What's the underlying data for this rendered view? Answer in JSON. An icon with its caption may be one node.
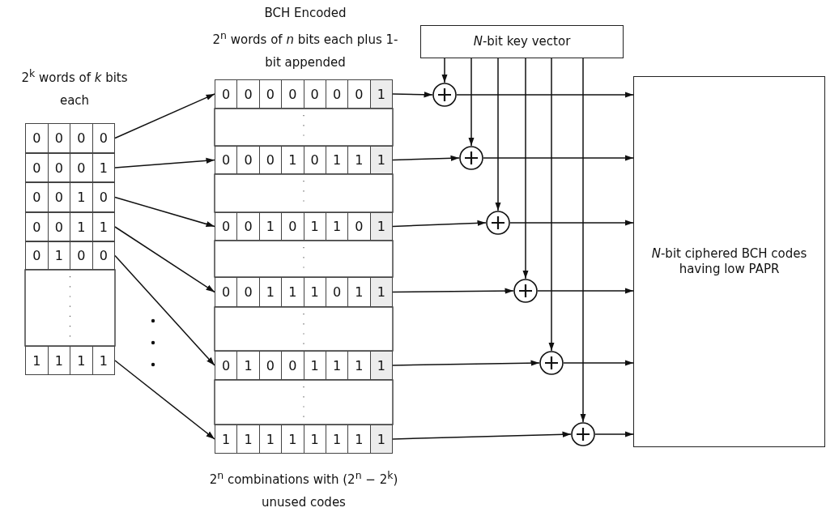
{
  "diagram": {
    "nodes": [
      {
        "text": [
          "0",
          "0",
          "0",
          "0"
        ]
      },
      {
        "text": [
          "0",
          "0",
          "0",
          "1"
        ]
      },
      {
        "text": [
          "0",
          "0",
          "1",
          "0"
        ]
      },
      {
        "text": [
          "0",
          "0",
          "1",
          "1"
        ]
      },
      {
        "text": [
          "0",
          "1",
          "0",
          "0"
        ]
      },
      {
        "text": [
          "1",
          "1",
          "1",
          "1"
        ]
      },
      {
        "text": [
          "0",
          "0",
          "0",
          "0",
          "0",
          "0",
          "0",
          "1"
        ]
      },
      {
        "text": [
          "0",
          "0",
          "0",
          "1",
          "0",
          "1",
          "1",
          "1"
        ]
      },
      {
        "text": [
          "0",
          "0",
          "1",
          "0",
          "1",
          "1",
          "0",
          "1"
        ]
      },
      {
        "text": [
          "0",
          "0",
          "1",
          "1",
          "1",
          "0",
          "1",
          "1"
        ]
      },
      {
        "text": [
          "0",
          "1",
          "0",
          "0",
          "1",
          "1",
          "1",
          "1"
        ]
      },
      {
        "text": [
          "1",
          "1",
          "1",
          "1",
          "1",
          "1",
          "1",
          "1"
        ]
      },
      {
        "text": [
          "*N*-bit key vector"
        ]
      },
      {
        "text": [],
        "shape": "circle"
      },
      {
        "text": [],
        "shape": "circle"
      },
      {
        "text": [],
        "shape": "circle"
      },
      {
        "text": [],
        "shape": "circle"
      },
      {
        "text": [],
        "shape": "circle"
      },
      {
        "text": [],
        "shape": "circle"
      },
      {
        "text": [
          "*N*-bit ciphered BCH codes having low PAPR"
        ]
      }
    ],
    "edges": [
      {
        "from": 0,
        "to": 6,
        "arrow": "to"
      },
      {
        "from": 1,
        "to": 7,
        "arrow": "to"
      },
      {
        "from": 2,
        "to": 8,
        "arrow": "to"
      },
      {
        "from": 3,
        "to": 9,
        "arrow": "to"
      },
      {
        "from": 4,
        "to": 10,
        "arrow": "to"
      },
      {
        "from": 5,
        "to": 11,
        "arrow": "to"
      },
      {
        "from": 6,
        "to": 13,
        "arrow": "to"
      },
      {
        "from": 7,
        "to": 14,
        "arrow": "to"
      },
      {
        "from": 8,
        "to": 15,
        "arrow": "to"
      },
      {
        "from": 9,
        "to": 16,
        "arrow": "to"
      },
      {
        "from": 10,
        "to": 17,
        "arrow": "to"
      },
      {
        "from": 11,
        "to": 18,
        "arrow": "to"
      },
      {
        "from": 12,
        "to": 13,
        "arrow": "to"
      },
      {
        "from": 12,
        "to": 14,
        "arrow": "to"
      },
      {
        "from": 12,
        "to": 15,
        "arrow": "to"
      },
      {
        "from": 12,
        "to": 16,
        "arrow": "to"
      },
      {
        "from": 12,
        "to": 17,
        "arrow": "to"
      },
      {
        "from": 12,
        "to": 18,
        "arrow": "to"
      },
      {
        "from": 13,
        "to": 19,
        "arrow": "to"
      },
      {
        "from": 14,
        "to": 19,
        "arrow": "to"
      },
      {
        "from": 15,
        "to": 19,
        "arrow": "to"
      },
      {
        "from": 16,
        "to": 19,
        "arrow": "to"
      },
      {
        "from": 17,
        "to": 19,
        "arrow": "to"
      },
      {
        "from": 18,
        "to": 19,
        "arrow": "to"
      }
    ],
    "labels": [
      "BCH Encoded",
      "2$^{n}$ words of *n* bits each plus 1-bit appended",
      "2$^{k}$ words of *k* bits each",
      "2$^{n}$ combinations with (2$^{n}$ − 2$^{k}$) unused codes"
    ]
  }
}
